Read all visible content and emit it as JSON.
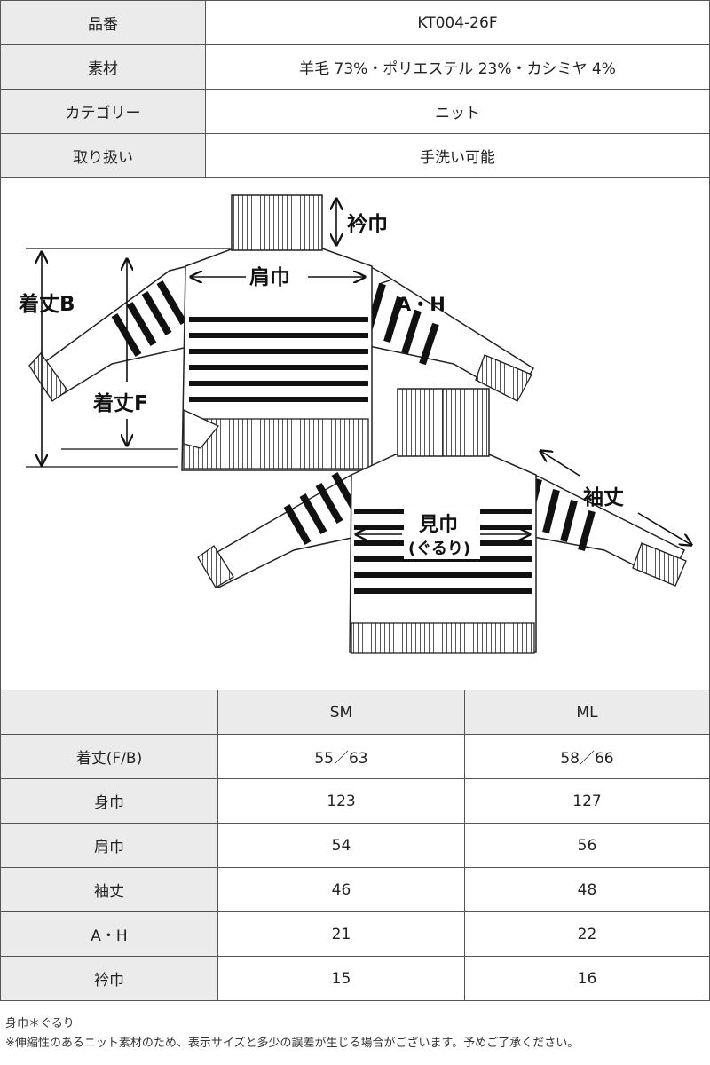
{
  "product_info": [
    {
      "label": "品番",
      "value": "KT004-26F"
    },
    {
      "label": "素材",
      "value": "羊毛 73%・ポリエステル 23%・カシミヤ 4%"
    },
    {
      "label": "カテゴリー",
      "value": "ニット"
    },
    {
      "label": "取り扱い",
      "value": "手洗い可能"
    }
  ],
  "diagram": {
    "labels": {
      "collar": "衿巾",
      "shoulder": "肩巾",
      "length_b": "着丈B",
      "length_f": "着丈F",
      "armhole": "A・H",
      "sleeve": "袖丈",
      "chest_main": "見巾",
      "chest_sub": "(ぐるり)"
    }
  },
  "size_table": {
    "headers": [
      "",
      "SM",
      "ML"
    ],
    "rows": [
      {
        "label": "着丈(F/B)",
        "sm": "55／63",
        "ml": "58／66"
      },
      {
        "label": "身巾",
        "sm": "123",
        "ml": "127"
      },
      {
        "label": "肩巾",
        "sm": "54",
        "ml": "56"
      },
      {
        "label": "袖丈",
        "sm": "46",
        "ml": "48"
      },
      {
        "label": "A・H",
        "sm": "21",
        "ml": "22"
      },
      {
        "label": "衿巾",
        "sm": "15",
        "ml": "16"
      }
    ]
  },
  "notes": [
    "身巾＊ぐるり",
    "※伸縮性のあるニット素材のため、表示サイズと多少の誤差が生じる場合がございます。予めご了承ください。"
  ]
}
